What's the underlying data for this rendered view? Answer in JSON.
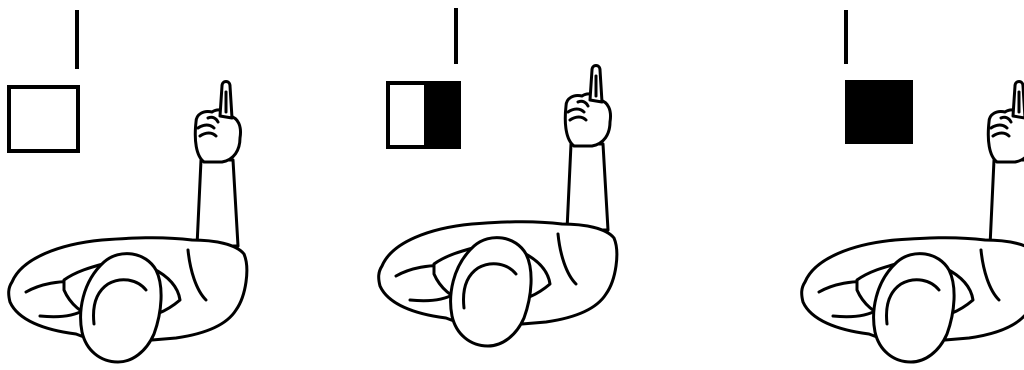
{
  "figure": {
    "ink_color": "#000000",
    "background_color": "#ffffff",
    "panels": [
      {
        "id": "panel-1",
        "box_fill": "empty",
        "box_fill_fraction": 0.0,
        "hand_gesture": "index-finger-pointing-up"
      },
      {
        "id": "panel-2",
        "box_fill": "right-half-filled",
        "box_fill_fraction": 0.5,
        "hand_gesture": "index-finger-pointing-up"
      },
      {
        "id": "panel-3",
        "box_fill": "fully-filled",
        "box_fill_fraction": 1.0,
        "hand_gesture": "index-finger-pointing-up"
      }
    ]
  }
}
